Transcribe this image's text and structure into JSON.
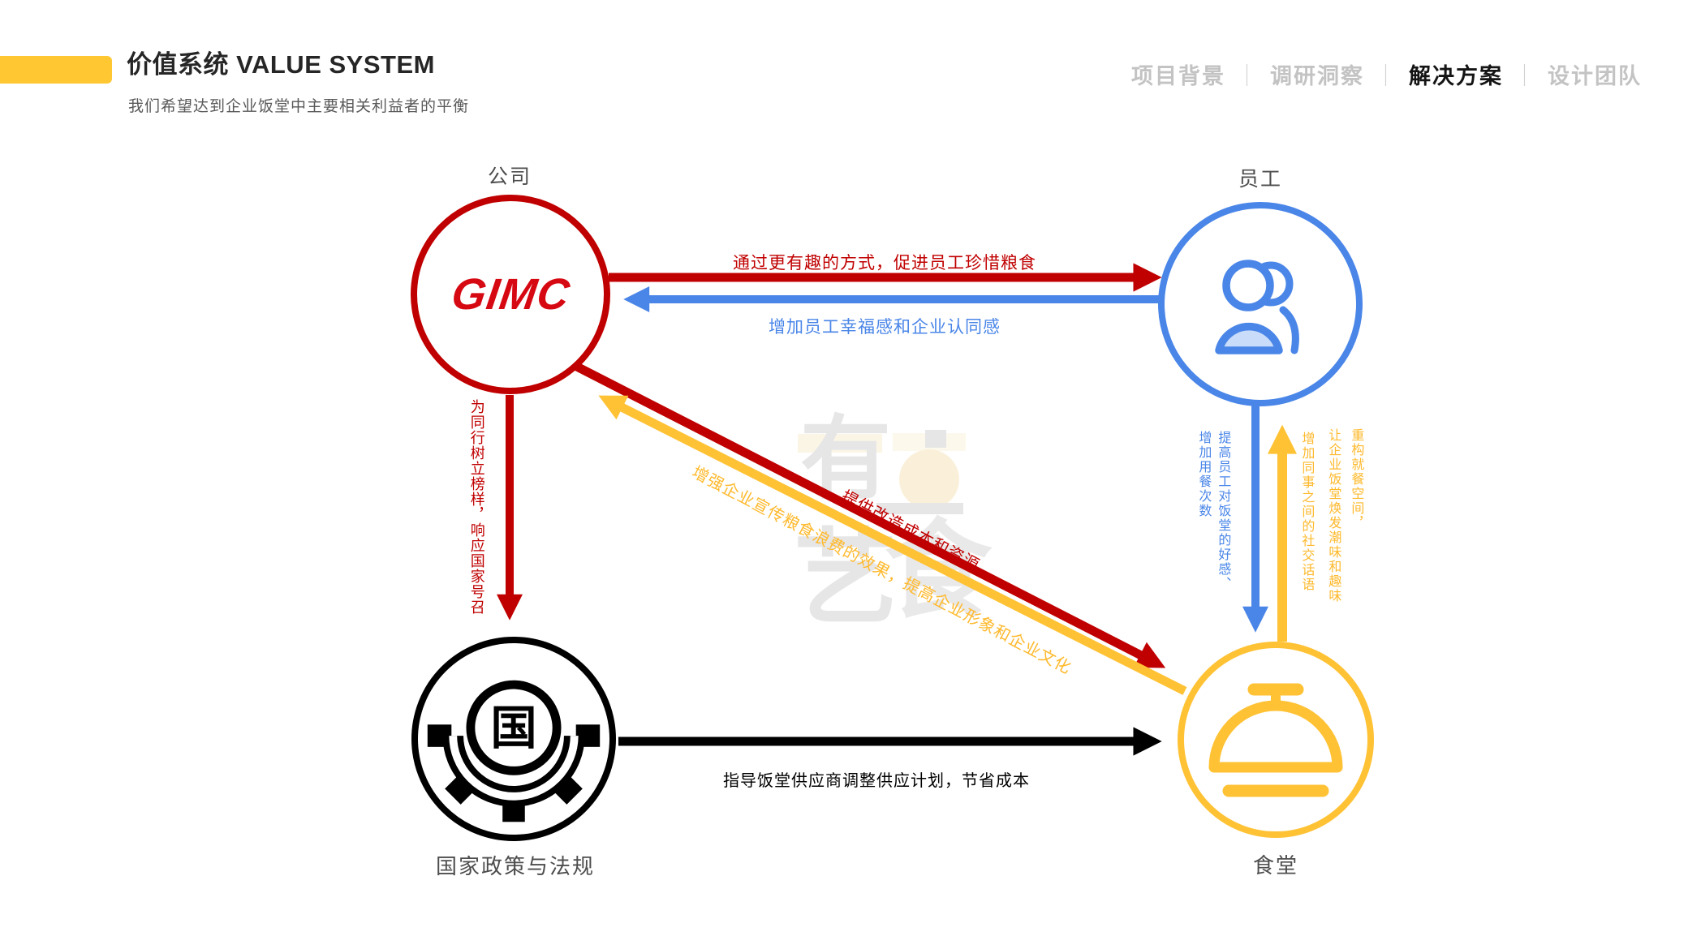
{
  "header": {
    "accent_color": "#FFC732",
    "title": "价值系统 VALUE SYSTEM",
    "subtitle": "我们希望达到企业饭堂中主要相关利益者的平衡",
    "nav": {
      "separator": "｜",
      "items": [
        {
          "label": "项目背景",
          "active": false
        },
        {
          "label": "调研洞察",
          "active": false
        },
        {
          "label": "解决方案",
          "active": true
        },
        {
          "label": "设计团队",
          "active": false
        }
      ]
    }
  },
  "nodes": {
    "company": {
      "label": "公司",
      "logo_text": "GIMC",
      "color": "#C00000",
      "logo_color": "#D60812"
    },
    "employee": {
      "label": "员工",
      "color": "#4A86E8"
    },
    "policy": {
      "label": "国家政策与法规",
      "color": "#000000",
      "icon_char": "国"
    },
    "canteen": {
      "label": "食堂",
      "color": "#FFC234"
    }
  },
  "edges": {
    "company_to_employee": {
      "label": "通过更有趣的方式，促进员工珍惜粮食",
      "color": "#C00000"
    },
    "employee_to_company": {
      "label": "增加员工幸福感和企业认同感",
      "color": "#4A86E8"
    },
    "company_to_policy": {
      "label": "为同行树立榜样，响应国家号召",
      "color": "#C00000"
    },
    "company_to_canteen": {
      "label": "提供改造成本和资源",
      "color": "#C00000"
    },
    "canteen_to_company": {
      "label": "增强企业宣传粮食浪费的效果，提高企业形象和企业文化",
      "color": "#FFC234"
    },
    "employee_to_canteen": {
      "lines": [
        "提高员工对饭堂的好感、",
        "增加用餐次数"
      ],
      "color": "#4A86E8"
    },
    "canteen_to_employee": {
      "lines": [
        "重构就餐空间，",
        "让企业饭堂焕发潮味和趣味",
        "增加同事之间的社交话语"
      ],
      "color": "#FFC234"
    },
    "policy_to_canteen": {
      "label": "指导饭堂供应商调整供应计划，节省成本",
      "color": "#000000"
    }
  },
  "watermark": {
    "chars": [
      "有",
      "艺",
      "食"
    ]
  }
}
